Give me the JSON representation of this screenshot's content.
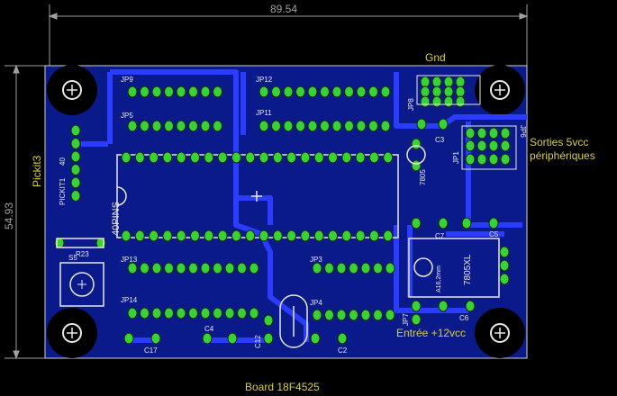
{
  "colors": {
    "background": "#000000",
    "board": "#0a1a8a",
    "copper": "#2a3cff",
    "silk": "#e8e8e8",
    "pad": "#38d238",
    "annotation": "#d8cf3c",
    "dimension": "#a0a0a0",
    "hole_zone": "#000000"
  },
  "dimensions": {
    "width": "89.54",
    "height": "54.93"
  },
  "annotations": {
    "pickit": "Pickit3",
    "gnd": "Gnd",
    "outputs_line1": "Sorties 5vcc",
    "outputs_line2": "périphériques",
    "input": "Entrée +12vcc",
    "board_name": "Board 18F4525"
  },
  "components": {
    "jp9": "JP9",
    "jp5": "JP5",
    "jp12": "JP12",
    "jp11": "JP11",
    "jp13": "JP13",
    "jp14": "JP14",
    "jp3": "JP3",
    "jp4": "JP4",
    "jp8": "JP8",
    "jp6": "JP6",
    "jp1": "JP1",
    "jp7": "JP7",
    "pickit1": "PICKIT1",
    "pickit_pins": "40",
    "r23": "R23",
    "s5": "S5",
    "ic_40pins": "40PINS",
    "c3": "C3",
    "c4": "C4",
    "c5": "C5",
    "c6": "C6",
    "c7": "C7",
    "c12": "C12",
    "c17": "C17",
    "c2": "C2",
    "reg_7805": "7805",
    "reg_7805xl": "7805XL",
    "reg_sub": "A16,2mm"
  }
}
